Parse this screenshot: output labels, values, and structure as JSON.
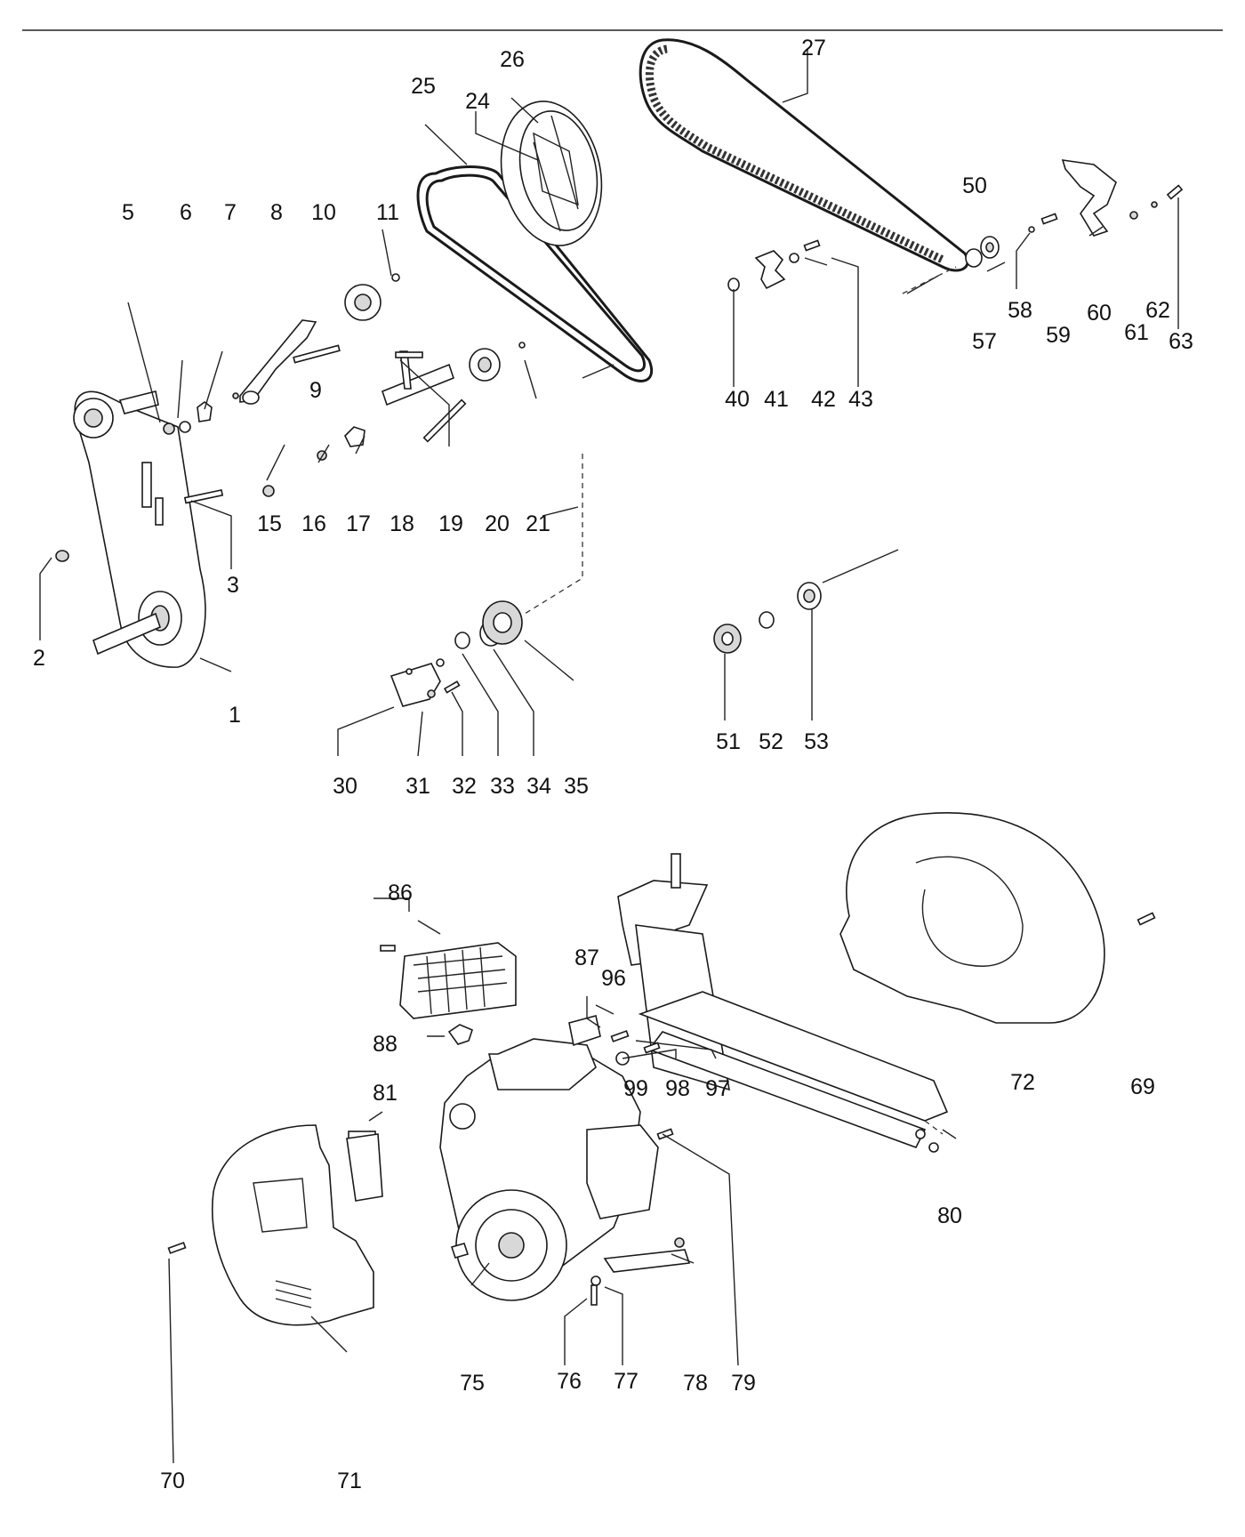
{
  "callouts": [
    {
      "id": "c1",
      "text": "1"
    },
    {
      "id": "c2",
      "text": "2"
    },
    {
      "id": "c3",
      "text": "3"
    },
    {
      "id": "c5",
      "text": "5"
    },
    {
      "id": "c6",
      "text": "6"
    },
    {
      "id": "c7",
      "text": "7"
    },
    {
      "id": "c8",
      "text": "8"
    },
    {
      "id": "c9",
      "text": "9"
    },
    {
      "id": "c10",
      "text": "10"
    },
    {
      "id": "c11",
      "text": "11"
    },
    {
      "id": "c15",
      "text": "15"
    },
    {
      "id": "c16",
      "text": "16"
    },
    {
      "id": "c17",
      "text": "17"
    },
    {
      "id": "c18",
      "text": "18"
    },
    {
      "id": "c19",
      "text": "19"
    },
    {
      "id": "c20",
      "text": "20"
    },
    {
      "id": "c21",
      "text": "21"
    },
    {
      "id": "c24",
      "text": "24"
    },
    {
      "id": "c25",
      "text": "25"
    },
    {
      "id": "c26",
      "text": "26"
    },
    {
      "id": "c27",
      "text": "27"
    },
    {
      "id": "c30",
      "text": "30"
    },
    {
      "id": "c31",
      "text": "31"
    },
    {
      "id": "c32",
      "text": "32"
    },
    {
      "id": "c33",
      "text": "33"
    },
    {
      "id": "c34",
      "text": "34"
    },
    {
      "id": "c35",
      "text": "35"
    },
    {
      "id": "c40",
      "text": "40"
    },
    {
      "id": "c41",
      "text": "41"
    },
    {
      "id": "c42",
      "text": "42"
    },
    {
      "id": "c43",
      "text": "43"
    },
    {
      "id": "c50",
      "text": "50"
    },
    {
      "id": "c51",
      "text": "51"
    },
    {
      "id": "c52",
      "text": "52"
    },
    {
      "id": "c53",
      "text": "53"
    },
    {
      "id": "c57",
      "text": "57"
    },
    {
      "id": "c58",
      "text": "58"
    },
    {
      "id": "c59",
      "text": "59"
    },
    {
      "id": "c60",
      "text": "60"
    },
    {
      "id": "c61",
      "text": "61"
    },
    {
      "id": "c62",
      "text": "62"
    },
    {
      "id": "c63",
      "text": "63"
    },
    {
      "id": "c69",
      "text": "69"
    },
    {
      "id": "c70",
      "text": "70"
    },
    {
      "id": "c71",
      "text": "71"
    },
    {
      "id": "c72",
      "text": "72"
    },
    {
      "id": "c75",
      "text": "75"
    },
    {
      "id": "c76",
      "text": "76"
    },
    {
      "id": "c77",
      "text": "77"
    },
    {
      "id": "c78",
      "text": "78"
    },
    {
      "id": "c79",
      "text": "79"
    },
    {
      "id": "c80",
      "text": "80"
    },
    {
      "id": "c81",
      "text": "81"
    },
    {
      "id": "c86",
      "text": "86"
    },
    {
      "id": "c87",
      "text": "87"
    },
    {
      "id": "c88",
      "text": "88"
    },
    {
      "id": "c96",
      "text": "96"
    },
    {
      "id": "c97",
      "text": "97"
    },
    {
      "id": "c98",
      "text": "98"
    },
    {
      "id": "c99",
      "text": "99"
    }
  ]
}
